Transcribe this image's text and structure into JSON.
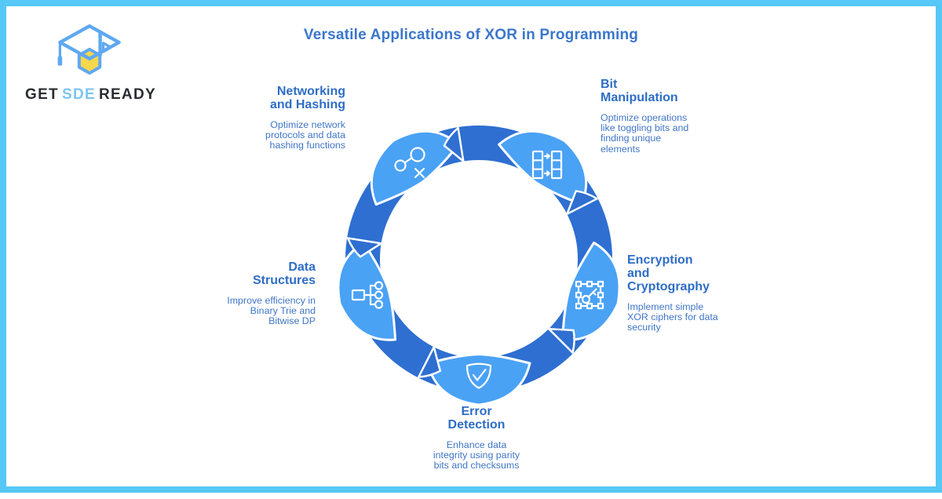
{
  "title": "Versatile Applications of XOR in Programming",
  "logo": {
    "brand_get": "GET",
    "brand_sde": "SDE",
    "brand_ready": "READY",
    "mark": "graduation-cap-hexagon"
  },
  "colors": {
    "ring": "#2e6fd1",
    "petal": "#4aa2f5",
    "title": "#3b76cb",
    "heading": "#2e6dc6",
    "body_text": "#4076c7",
    "frame": "#56c7f6",
    "logo_blue": "#5fa8f2",
    "logo_yellow": "#f6d74d",
    "logo_sde": "#7cc4f0",
    "logo_dark": "#2b2c30"
  },
  "segments": [
    {
      "id": "networking",
      "heading": "Networking\nand Hashing",
      "desc": "Optimize network\nprotocols and data\nhashing functions",
      "icon": "share-network-icon"
    },
    {
      "id": "bit-manipulation",
      "heading": "Bit\nManipulation",
      "desc": "Optimize operations\nlike toggling bits and\nfinding unique\nelements",
      "icon": "bit-shift-icon"
    },
    {
      "id": "encryption",
      "heading": "Encryption\nand\nCryptography",
      "desc": "Implement simple\nXOR ciphers for data\nsecurity",
      "icon": "key-cipher-icon"
    },
    {
      "id": "error-detection",
      "heading": "Error\nDetection",
      "desc": "Enhance data\nintegrity using parity\nbits and checksums",
      "icon": "shield-check-icon"
    },
    {
      "id": "data-structures",
      "heading": "Data\nStructures",
      "desc": "Improve efficiency in\nBinary Trie and\nBitwise DP",
      "icon": "hierarchy-tree-icon"
    }
  ]
}
